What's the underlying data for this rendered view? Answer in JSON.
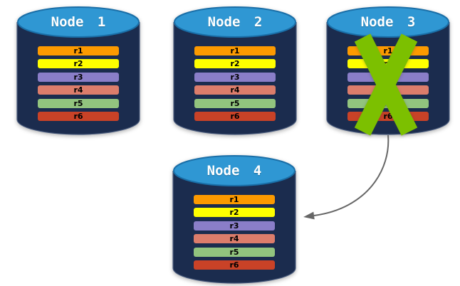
{
  "colors": {
    "background": "#FFFFFF",
    "cylinder_body": "#1B2C4E",
    "cylinder_body_outline": "#4A5C7E",
    "cylinder_top": "#2F97D3",
    "cylinder_top_outline": "#1A6FA8",
    "node_title_text": "#FFFFFF",
    "row_label_text": "#000000",
    "failure_x": "#7CC000",
    "arrow": "#666666"
  },
  "nodes": [
    {
      "title": "Node 1",
      "failed": false,
      "rows": [
        {
          "label": "r1",
          "color": "#FC9A00"
        },
        {
          "label": "r2",
          "color": "#FFFF00"
        },
        {
          "label": "r3",
          "color": "#8A7EC8"
        },
        {
          "label": "r4",
          "color": "#DC7D6B"
        },
        {
          "label": "r5",
          "color": "#92C47E"
        },
        {
          "label": "r6",
          "color": "#C94227"
        }
      ]
    },
    {
      "title": "Node 2",
      "failed": false,
      "rows": [
        {
          "label": "r1",
          "color": "#FC9A00"
        },
        {
          "label": "r2",
          "color": "#FFFF00"
        },
        {
          "label": "r3",
          "color": "#8A7EC8"
        },
        {
          "label": "r4",
          "color": "#DC7D6B"
        },
        {
          "label": "r5",
          "color": "#92C47E"
        },
        {
          "label": "r6",
          "color": "#C94227"
        }
      ]
    },
    {
      "title": "Node 3",
      "failed": true,
      "rows": [
        {
          "label": "r1",
          "color": "#FC9A00"
        },
        {
          "label": "r2",
          "color": "#FFFF00"
        },
        {
          "label": "r3",
          "color": "#8A7EC8"
        },
        {
          "label": "r4",
          "color": "#DC7D6B"
        },
        {
          "label": "r5",
          "color": "#92C47E"
        },
        {
          "label": "r6",
          "color": "#C94227"
        }
      ]
    },
    {
      "title": "Node 4",
      "failed": false,
      "rows": [
        {
          "label": "r1",
          "color": "#FC9A00"
        },
        {
          "label": "r2",
          "color": "#FFFF00"
        },
        {
          "label": "r3",
          "color": "#8A7EC8"
        },
        {
          "label": "r4",
          "color": "#DC7D6B"
        },
        {
          "label": "r5",
          "color": "#92C47E"
        },
        {
          "label": "r6",
          "color": "#C94227"
        }
      ]
    }
  ],
  "arrow": {
    "from": "Node 3",
    "to": "Node 4"
  }
}
